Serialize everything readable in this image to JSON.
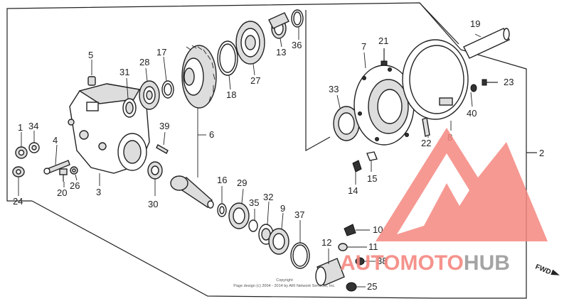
{
  "diagram": {
    "part_labels": {
      "p1": "1",
      "p2": "2",
      "p3": "3",
      "p4": "4",
      "p5": "5",
      "p6": "6",
      "p7": "7",
      "p8": "8",
      "p9": "9",
      "p10": "10",
      "p11": "11",
      "p12": "12",
      "p13": "13",
      "p14": "14",
      "p15": "15",
      "p16": "16",
      "p17": "17",
      "p18": "18",
      "p19": "19",
      "p20": "20",
      "p21": "21",
      "p22": "22",
      "p23": "23",
      "p24": "24",
      "p25": "25",
      "p26": "26",
      "p27": "27",
      "p28": "28",
      "p29": "29",
      "p30": "30",
      "p31": "31",
      "p32": "32",
      "p33": "33",
      "p34": "34",
      "p35": "35",
      "p36": "36",
      "p37": "37",
      "p38": "38",
      "p39": "39",
      "p40": "40"
    },
    "fwd_label": "FWD",
    "copyright": {
      "line1": "Copyright",
      "line2": "Page design (c) 2004 - 2014 by ARI Network Services, Inc."
    },
    "watermark": {
      "auto": "AUTO",
      "moto": "MOTO",
      "hub": "HUB",
      "color_red": "#f4877f",
      "color_gray": "#9a9a9a"
    }
  }
}
